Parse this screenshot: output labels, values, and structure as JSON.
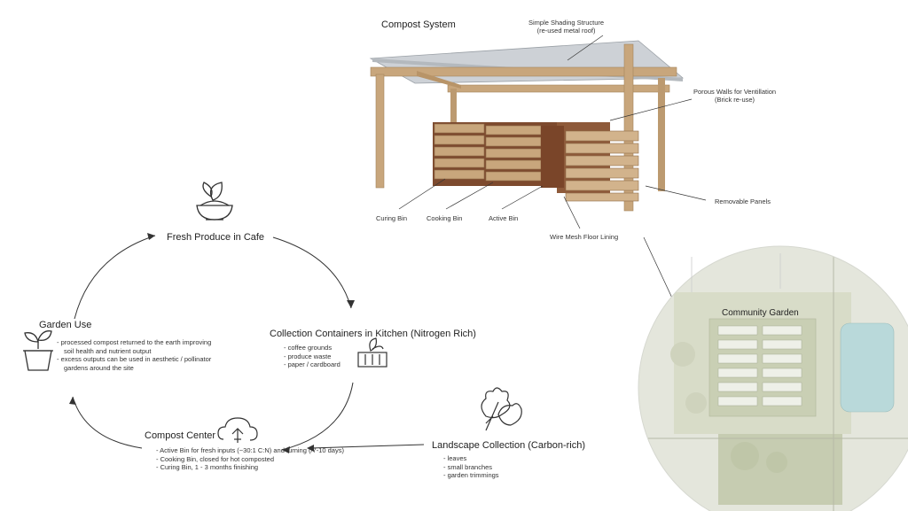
{
  "compost_system": {
    "title": "Compost System",
    "annotations": {
      "shading_line1": "Simple Shading Structure",
      "shading_line2": "(re-used metal roof)",
      "porous_line1": "Porous Walls for Ventillation",
      "porous_line2": "(Brick re-use)",
      "removable": "Removable Panels",
      "curing": "Curing Bin",
      "cooking": "Cooking Bin",
      "active": "Active Bin",
      "mesh": "Wire Mesh Floor Lining"
    }
  },
  "cycle": {
    "fresh_produce": {
      "title": "Fresh Produce in Cafe",
      "icon": "bowl-icon"
    },
    "collection": {
      "title": "Collection Containers in Kitchen (Nitrogen Rich)",
      "items": [
        "coffee grounds",
        "produce waste",
        "paper / cardboard"
      ],
      "icon": "basket-icon"
    },
    "compost_center": {
      "title": "Compost Center",
      "items": [
        "Active Bin for fresh inputs (~30:1 C:N) and turning (/7-10 days)",
        "Cooking Bin, closed for hot composted",
        "Curing Bin, 1 - 3 months finishing"
      ],
      "icon": "recycle-cloud-icon"
    },
    "garden_use": {
      "title": "Garden Use",
      "items": [
        "processed compost returned to the earth improving",
        "soil health and nutrient output",
        "excess outputs can be used in aesthetic / pollinator",
        "gardens around the site"
      ],
      "icon": "potted-plant-icon"
    },
    "landscape": {
      "title": "Landscape Collection (Carbon-rich)",
      "items": [
        "leaves",
        "small branches",
        "garden trimmings"
      ],
      "icon": "leaves-icon"
    }
  },
  "site": {
    "title": "Community Garden"
  },
  "colors": {
    "wood": "#c8a67c",
    "wood_dark": "#8a5a3c",
    "roof": "#c9cdd2",
    "map_bg": "#dfe3d4",
    "line": "#333333"
  }
}
